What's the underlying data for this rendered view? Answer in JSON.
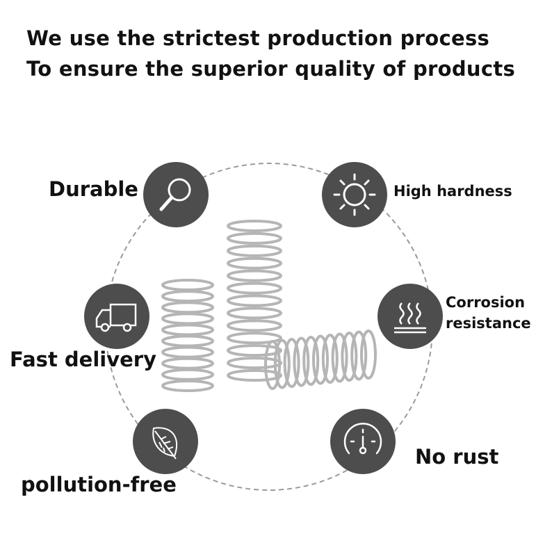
{
  "header": {
    "line1": "We use the strictest production process",
    "line2": "To ensure the superior quality of products"
  },
  "features": {
    "durable": "Durable",
    "high_hardness": "High hardness",
    "fast_delivery": "Fast delivery",
    "corrosion_line1": "Corrosion",
    "corrosion_line2": "resistance",
    "pollution_free": "pollution-free",
    "no_rust": "No rust"
  },
  "colors": {
    "icon_bg": "#4d4d4d",
    "ring": "#9a9a9a",
    "spring": "#b8b8b8"
  }
}
